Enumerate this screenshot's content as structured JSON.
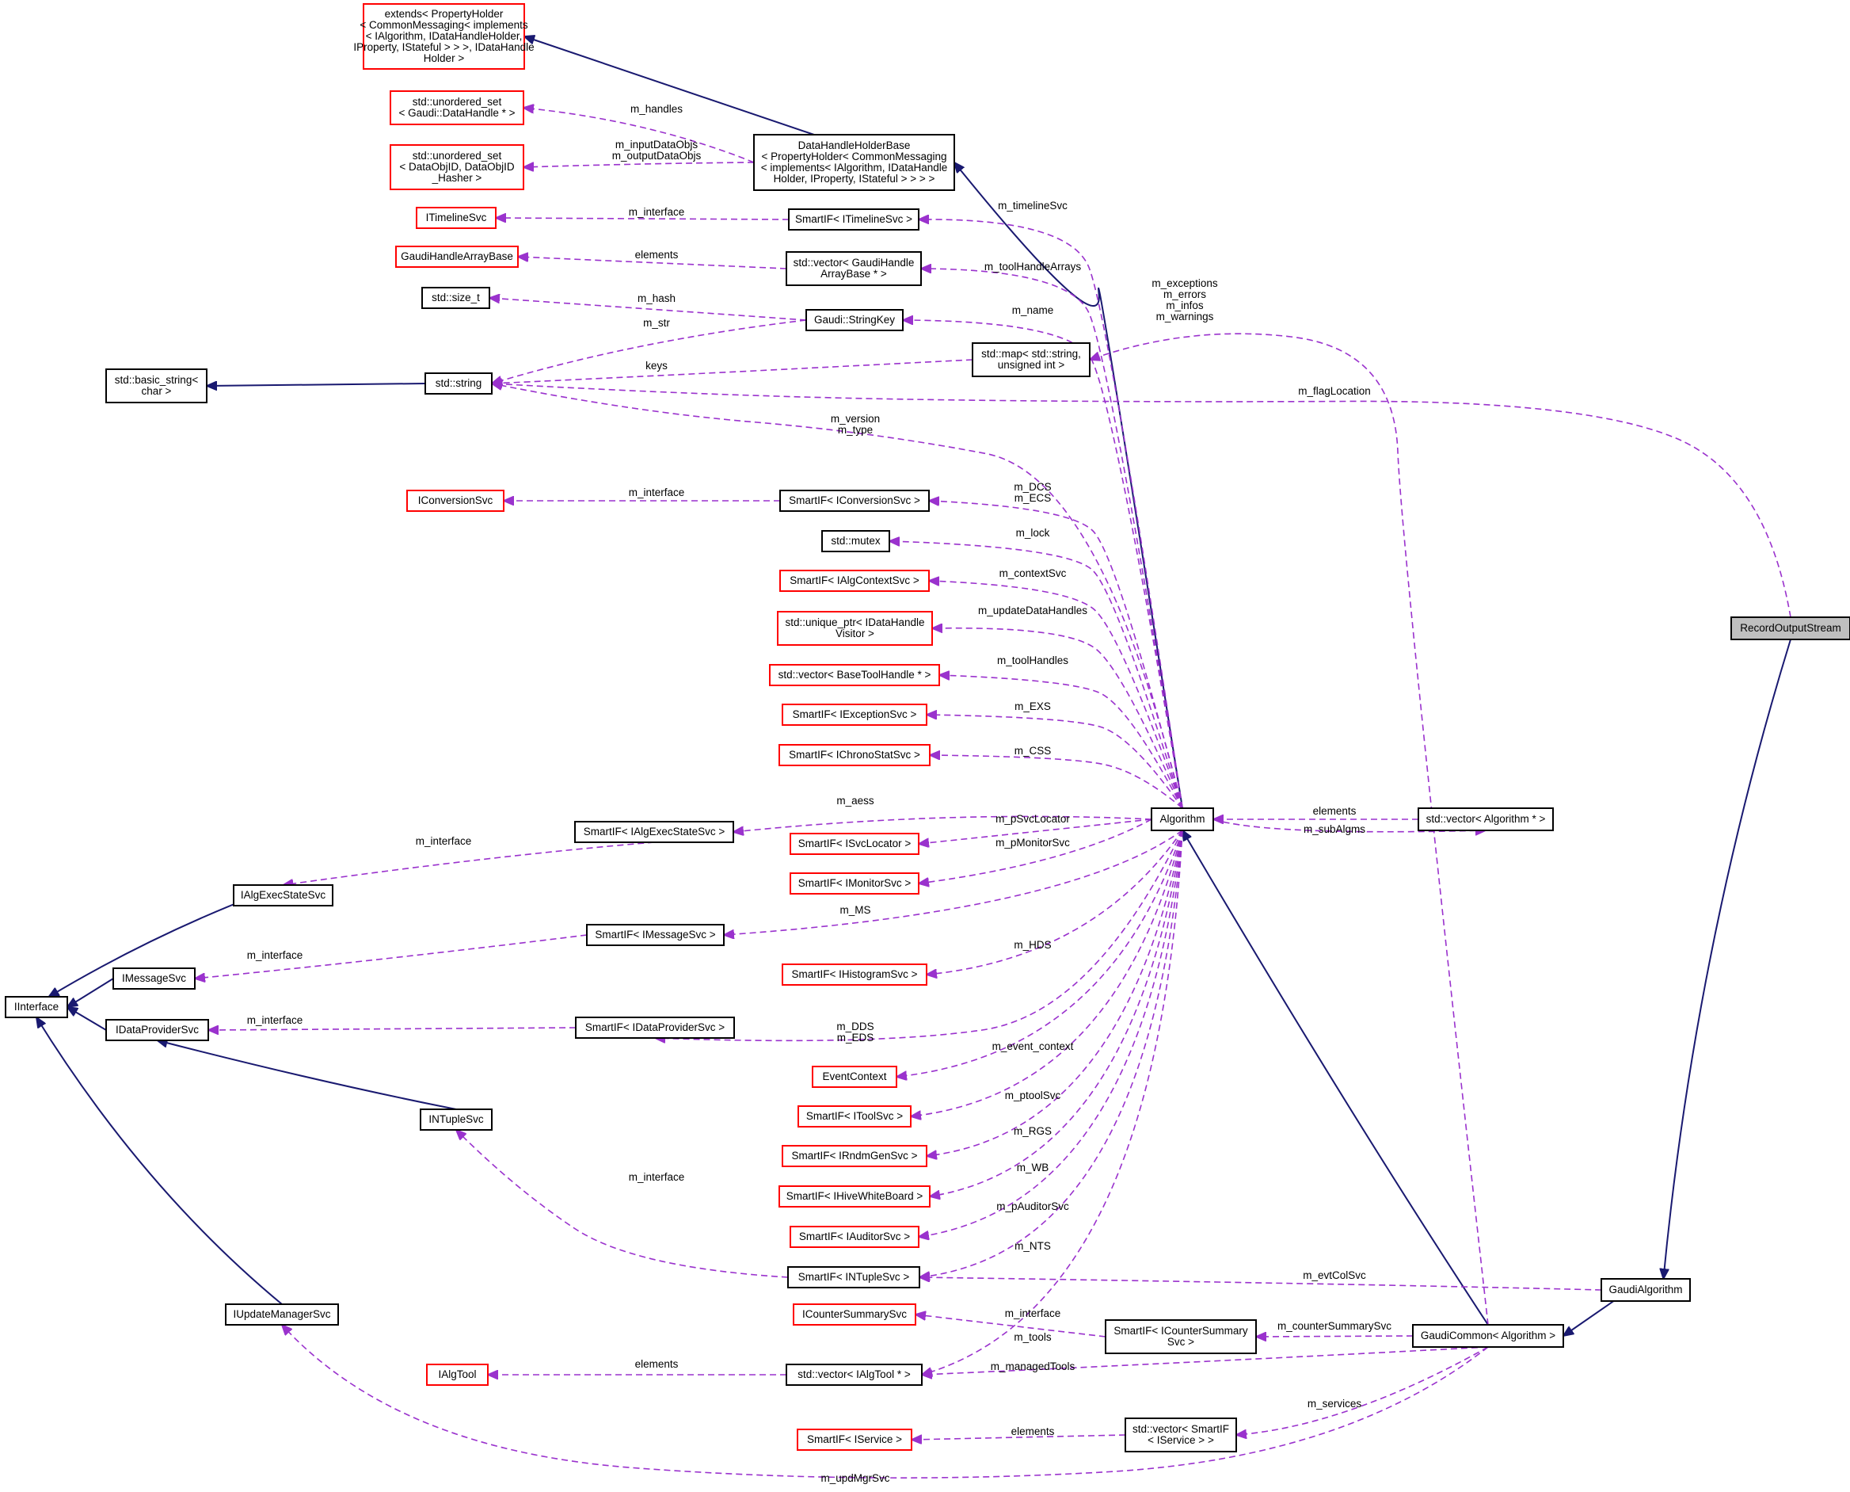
{
  "nodes": [
    {
      "id": "record_output_stream",
      "lines": [
        "RecordOutputStream"
      ],
      "style": "gray"
    },
    {
      "id": "gaudi_algorithm",
      "lines": [
        "GaudiAlgorithm"
      ],
      "style": "black"
    },
    {
      "id": "gaudi_common",
      "lines": [
        "GaudiCommon< Algorithm >"
      ],
      "style": "black"
    },
    {
      "id": "algorithm",
      "lines": [
        "Algorithm"
      ],
      "style": "black"
    },
    {
      "id": "vector_algorithm",
      "lines": [
        "std::vector< Algorithm * >"
      ],
      "style": "black"
    },
    {
      "id": "data_handle_holder_base",
      "lines": [
        "DataHandleHolderBase",
        "< PropertyHolder< CommonMessaging",
        "< implements< IAlgorithm, IDataHandle",
        "Holder, IProperty, IStateful > > > >"
      ],
      "style": "black"
    },
    {
      "id": "extends_property_holder",
      "lines": [
        "extends< PropertyHolder",
        "< CommonMessaging< implements",
        "< IAlgorithm, IDataHandleHolder,",
        "IProperty, IStateful > > >, IDataHandle",
        "Holder >"
      ],
      "style": "red"
    },
    {
      "id": "unordered_set_datahandle",
      "lines": [
        "std::unordered_set",
        "< Gaudi::DataHandle * >"
      ],
      "style": "red"
    },
    {
      "id": "unordered_set_dataobjid",
      "lines": [
        "std::unordered_set",
        "< DataObjID, DataObjID",
        "_Hasher >"
      ],
      "style": "red"
    },
    {
      "id": "itimelinesvc",
      "lines": [
        "ITimelineSvc"
      ],
      "style": "red"
    },
    {
      "id": "smartif_itimelinesvc",
      "lines": [
        "SmartIF< ITimelineSvc >"
      ],
      "style": "black"
    },
    {
      "id": "gaudihandlearraybase",
      "lines": [
        "GaudiHandleArrayBase"
      ],
      "style": "red"
    },
    {
      "id": "vector_gaudihandlearraybase",
      "lines": [
        "std::vector< GaudiHandle",
        "ArrayBase * >"
      ],
      "style": "black"
    },
    {
      "id": "std_size_t",
      "lines": [
        "std::size_t"
      ],
      "style": "black"
    },
    {
      "id": "gaudi_stringkey",
      "lines": [
        "Gaudi::StringKey"
      ],
      "style": "black"
    },
    {
      "id": "std_map",
      "lines": [
        "std::map< std::string,",
        "unsigned int >"
      ],
      "style": "black"
    },
    {
      "id": "std_basic_string",
      "lines": [
        "std::basic_string<",
        "char >"
      ],
      "style": "black"
    },
    {
      "id": "std_string",
      "lines": [
        "std::string"
      ],
      "style": "black"
    },
    {
      "id": "iconversionsvc",
      "lines": [
        "IConversionSvc"
      ],
      "style": "red"
    },
    {
      "id": "smartif_iconversionsvc",
      "lines": [
        "SmartIF< IConversionSvc >"
      ],
      "style": "black"
    },
    {
      "id": "std_mutex",
      "lines": [
        "std::mutex"
      ],
      "style": "black"
    },
    {
      "id": "smartif_ialgcontextsvc",
      "lines": [
        "SmartIF< IAlgContextSvc >"
      ],
      "style": "red"
    },
    {
      "id": "unique_ptr_idatahandlevisitor",
      "lines": [
        "std::unique_ptr< IDataHandle",
        "Visitor >"
      ],
      "style": "red"
    },
    {
      "id": "vector_basetoolhandle",
      "lines": [
        "std::vector< BaseToolHandle * >"
      ],
      "style": "red"
    },
    {
      "id": "smartif_iexceptionsvc",
      "lines": [
        "SmartIF< IExceptionSvc >"
      ],
      "style": "red"
    },
    {
      "id": "smartif_ichronostatsvc",
      "lines": [
        "SmartIF< IChronoStatSvc >"
      ],
      "style": "red"
    },
    {
      "id": "smartif_ialgexecstatesvc",
      "lines": [
        "SmartIF< IAlgExecStateSvc >"
      ],
      "style": "black"
    },
    {
      "id": "smartif_isvclocator",
      "lines": [
        "SmartIF< ISvcLocator >"
      ],
      "style": "red"
    },
    {
      "id": "smartif_imonitorsvc",
      "lines": [
        "SmartIF< IMonitorSvc >"
      ],
      "style": "red"
    },
    {
      "id": "ialgexecstatesvc",
      "lines": [
        "IAlgExecStateSvc"
      ],
      "style": "black"
    },
    {
      "id": "smartif_imessagesvc",
      "lines": [
        "SmartIF< IMessageSvc >"
      ],
      "style": "black"
    },
    {
      "id": "imessagesvc",
      "lines": [
        "IMessageSvc"
      ],
      "style": "black"
    },
    {
      "id": "smartif_ihistogramsvc",
      "lines": [
        "SmartIF< IHistogramSvc >"
      ],
      "style": "red"
    },
    {
      "id": "iinterface",
      "lines": [
        "IInterface"
      ],
      "style": "black"
    },
    {
      "id": "idataprovidersvc",
      "lines": [
        "IDataProviderSvc"
      ],
      "style": "black"
    },
    {
      "id": "smartif_idataprovidersvc",
      "lines": [
        "SmartIF< IDataProviderSvc >"
      ],
      "style": "black"
    },
    {
      "id": "eventcontext",
      "lines": [
        "EventContext"
      ],
      "style": "red"
    },
    {
      "id": "ntuplesvc",
      "lines": [
        "INTupleSvc"
      ],
      "style": "black"
    },
    {
      "id": "smartif_itoolsvc",
      "lines": [
        "SmartIF< IToolSvc >"
      ],
      "style": "red"
    },
    {
      "id": "smartif_irndmgensvc",
      "lines": [
        "SmartIF< IRndmGenSvc >"
      ],
      "style": "red"
    },
    {
      "id": "smartif_ihivewhiteboard",
      "lines": [
        "SmartIF< IHiveWhiteBoard >"
      ],
      "style": "red"
    },
    {
      "id": "smartif_iauditorsvc",
      "lines": [
        "SmartIF< IAuditorSvc >"
      ],
      "style": "red"
    },
    {
      "id": "smartif_intuplesvc",
      "lines": [
        "SmartIF< INTupleSvc >"
      ],
      "style": "black"
    },
    {
      "id": "iupdatemanagersvc",
      "lines": [
        "IUpdateManagerSvc"
      ],
      "style": "black"
    },
    {
      "id": "icountersummarysvc",
      "lines": [
        "ICounterSummarySvc"
      ],
      "style": "red"
    },
    {
      "id": "smartif_icountersummarysvc",
      "lines": [
        "SmartIF< ICounterSummary",
        "Svc >"
      ],
      "style": "black"
    },
    {
      "id": "ialgtool",
      "lines": [
        "IAlgTool"
      ],
      "style": "red"
    },
    {
      "id": "vector_ialgtool",
      "lines": [
        "std::vector< IAlgTool * >"
      ],
      "style": "black"
    },
    {
      "id": "smartif_iservice",
      "lines": [
        "SmartIF< IService >"
      ],
      "style": "red"
    },
    {
      "id": "vector_smartif_iservice",
      "lines": [
        "std::vector< SmartIF",
        "< IService > >"
      ],
      "style": "black"
    }
  ],
  "edge_labels": {
    "m_handles": [
      "m_handles"
    ],
    "m_inputoutput": [
      "m_inputDataObjs",
      "m_outputDataObjs"
    ],
    "m_interface_timeline": [
      "m_interface"
    ],
    "elements_gaudihandle": [
      "elements"
    ],
    "m_hash": [
      "m_hash"
    ],
    "m_str": [
      "m_str"
    ],
    "keys": [
      "keys"
    ],
    "m_version_type": [
      "m_version",
      "m_type"
    ],
    "m_flaglocation": [
      "m_flagLocation"
    ],
    "m_timelinesvc": [
      "m_timelineSvc"
    ],
    "m_toolhandlearrays": [
      "m_toolHandleArrays"
    ],
    "m_name": [
      "m_name"
    ],
    "m_exceptions": [
      "m_exceptions",
      "m_errors",
      "m_infos",
      "m_warnings"
    ],
    "m_interface_conversion": [
      "m_interface"
    ],
    "m_dcs_ecs": [
      "m_DCS",
      "m_ECS"
    ],
    "m_lock": [
      "m_lock"
    ],
    "m_contextsvc": [
      "m_contextSvc"
    ],
    "m_updatedatahandles": [
      "m_updateDataHandles"
    ],
    "m_toolhandles": [
      "m_toolHandles"
    ],
    "m_exs": [
      "m_EXS"
    ],
    "m_css": [
      "m_CSS"
    ],
    "m_aess": [
      "m_aess"
    ],
    "m_psvclocator": [
      "m_pSvcLocator"
    ],
    "m_pmonitorsvc": [
      "m_pMonitorSvc"
    ],
    "m_interface_algexec": [
      "m_interface"
    ],
    "m_ms": [
      "m_MS"
    ],
    "m_interface_message": [
      "m_interface"
    ],
    "m_hds": [
      "m_HDS"
    ],
    "m_interface_dataprov": [
      "m_interface"
    ],
    "m_dds_eds": [
      "m_DDS",
      "m_EDS"
    ],
    "m_event_context": [
      "m_event_context"
    ],
    "m_ptoolsvc": [
      "m_ptoolSvc"
    ],
    "m_rgs": [
      "m_RGS"
    ],
    "m_wb": [
      "m_WB"
    ],
    "m_pauditorsvc": [
      "m_pAuditorSvc"
    ],
    "m_nts": [
      "m_NTS"
    ],
    "m_interface_ntuple": [
      "m_interface"
    ],
    "m_evtcolsvc": [
      "m_evtColSvc"
    ],
    "m_interface_counter": [
      "m_interface"
    ],
    "m_tools": [
      "m_tools"
    ],
    "m_countersummarysvc": [
      "m_counterSummarySvc"
    ],
    "elements_algtool": [
      "elements"
    ],
    "m_managedtools": [
      "m_managedTools"
    ],
    "m_services": [
      "m_services"
    ],
    "elements_service": [
      "elements"
    ],
    "m_updmgrsvc": [
      "m_updMgrSvc"
    ],
    "elements_algorithm": [
      "elements"
    ],
    "m_subalgms": [
      "m_subAlgms"
    ]
  }
}
